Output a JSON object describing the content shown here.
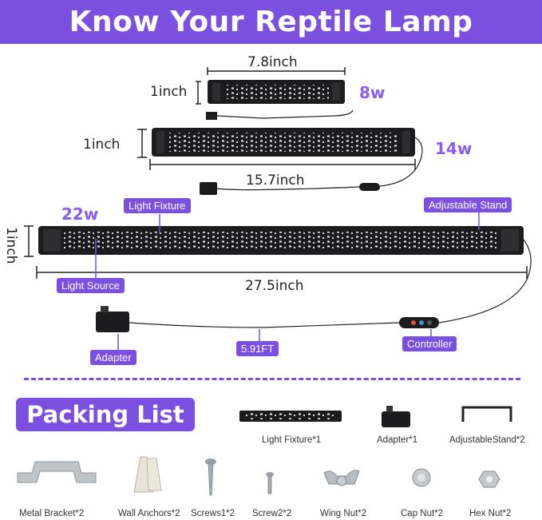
{
  "title": "Know Your Reptile Lamp",
  "dimensions": {
    "small_width": "7.8inch",
    "small_height": "1inch",
    "medium_height": "1inch",
    "medium_width": "15.7inch",
    "large_height": "1inch",
    "large_width": "27.5inch"
  },
  "watts": {
    "small": "8w",
    "medium": "14w",
    "large": "22w"
  },
  "callouts": {
    "light_fixture": "Light Fixture",
    "adjustable_stand": "Adjustable Stand",
    "light_source": "Light Source",
    "adapter": "Adapter",
    "cable_length": "5.91FT",
    "controller": "Controller"
  },
  "packing": {
    "title": "Packing List",
    "items": [
      {
        "label": "Light Fixture*1",
        "icon": "light-fixture-icon"
      },
      {
        "label": "Adapter*1",
        "icon": "adapter-icon"
      },
      {
        "label": "AdjustableStand*2",
        "icon": "stand-icon"
      },
      {
        "label": "Metal Bracket*2",
        "icon": "metal-bracket-icon"
      },
      {
        "label": "Wall Anchors*2",
        "icon": "wall-anchor-icon"
      },
      {
        "label": "Screws1*2",
        "icon": "screw-icon"
      },
      {
        "label": "Screw2*2",
        "icon": "screw-icon"
      },
      {
        "label": "Wing Nut*2",
        "icon": "wing-nut-icon"
      },
      {
        "label": "Cap Nut*2",
        "icon": "cap-nut-icon"
      },
      {
        "label": "Hex Nut*2",
        "icon": "hex-nut-icon"
      }
    ]
  },
  "colors": {
    "accent": "#7b4fe0",
    "watt": "#8a5cf0",
    "fixture": "#1c1c1e"
  }
}
